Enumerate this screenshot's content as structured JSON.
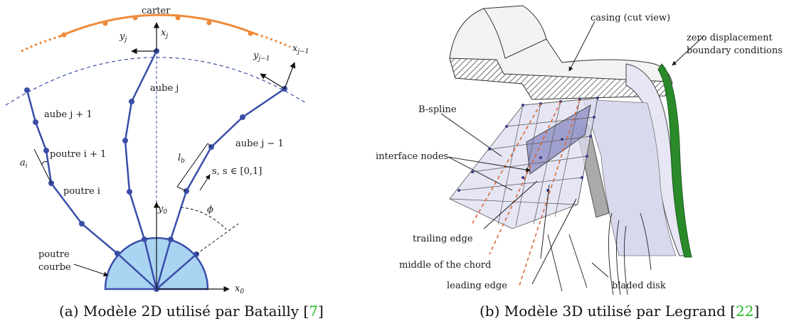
{
  "left_panel": {
    "carter": "carter",
    "axes": {
      "xj": "x",
      "xj_sub": "j",
      "yj": "y",
      "yj_sub": "j",
      "xj1": "x",
      "xj1_sub": "j−1",
      "yj1": "y",
      "yj1_sub": "j−1",
      "y0": "y",
      "y0_sub": "0",
      "x0": "x",
      "x0_sub": "0"
    },
    "aube_j": "aube j",
    "aube_j_plus_1": "aube j + 1",
    "aube_j_minus_1": "aube j − 1",
    "poutre_i_plus_1": "poutre i + 1",
    "poutre_i": "poutre i",
    "a_i": "a",
    "a_i_sub": "i",
    "l_b": "l",
    "l_b_sub": "b",
    "s_range": "s, s ∈ [0,1]",
    "phi": "ϕ",
    "poutre_courbe_1": "poutre",
    "poutre_courbe_2": "courbe"
  },
  "right_panel": {
    "casing": "casing (cut view)",
    "zero_disp_1": "zero displacement",
    "zero_disp_2": "boundary conditions",
    "bspline": "B-spline",
    "interface_nodes": "interface nodes",
    "trailing_edge": "trailing edge",
    "middle_chord": "middle of the chord",
    "leading_edge": "leading edge",
    "bladed_disk": "bladed disk"
  },
  "captions": {
    "a_text": "(a) Modèle 2D utilisé par Batailly [",
    "a_ref": "7",
    "a_end": "]",
    "b_text": "(b) Modèle 3D utilisé par Legrand [",
    "b_ref": "22",
    "b_end": "]"
  },
  "colors": {
    "beam": "#3a4ea8",
    "casing_arc": "#ee8a3a",
    "hub": "#a9d4f2",
    "green_bc": "#2a8a2a",
    "dashed_red": "#d9622b"
  }
}
